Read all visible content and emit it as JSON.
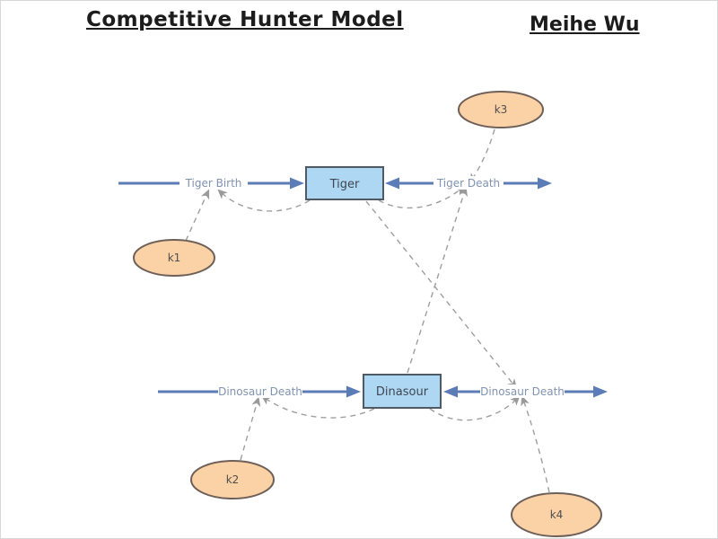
{
  "header": {
    "title": "Competitive Hunter Model",
    "author": "Meihe Wu"
  },
  "colors": {
    "flow_arrow": "#5b7cb6",
    "flow_label_text": "#8093b1",
    "stock_fill": "#aed7f4",
    "stock_border": "#4f5a64",
    "stock_text": "#3f4650",
    "parameter_fill": "#fad2a6",
    "parameter_border": "#6e6058",
    "connector_gray": "#9e9e9e",
    "background": "#ffffff"
  },
  "diagram": {
    "stocks": [
      {
        "id": "tiger",
        "label": "Tiger"
      },
      {
        "id": "dinasour",
        "label": "Dinasour"
      }
    ],
    "flow_labels": {
      "tiger_birth": "Tiger Birth",
      "tiger_death": "Tiger Death",
      "dinosaur_death_left": "Dinosaur Death",
      "dinosaur_death_right": "Dinosaur Death"
    },
    "parameters": [
      {
        "id": "k1",
        "label": "k1"
      },
      {
        "id": "k2",
        "label": "k2"
      },
      {
        "id": "k3",
        "label": "k3"
      },
      {
        "id": "k4",
        "label": "k4"
      }
    ]
  }
}
